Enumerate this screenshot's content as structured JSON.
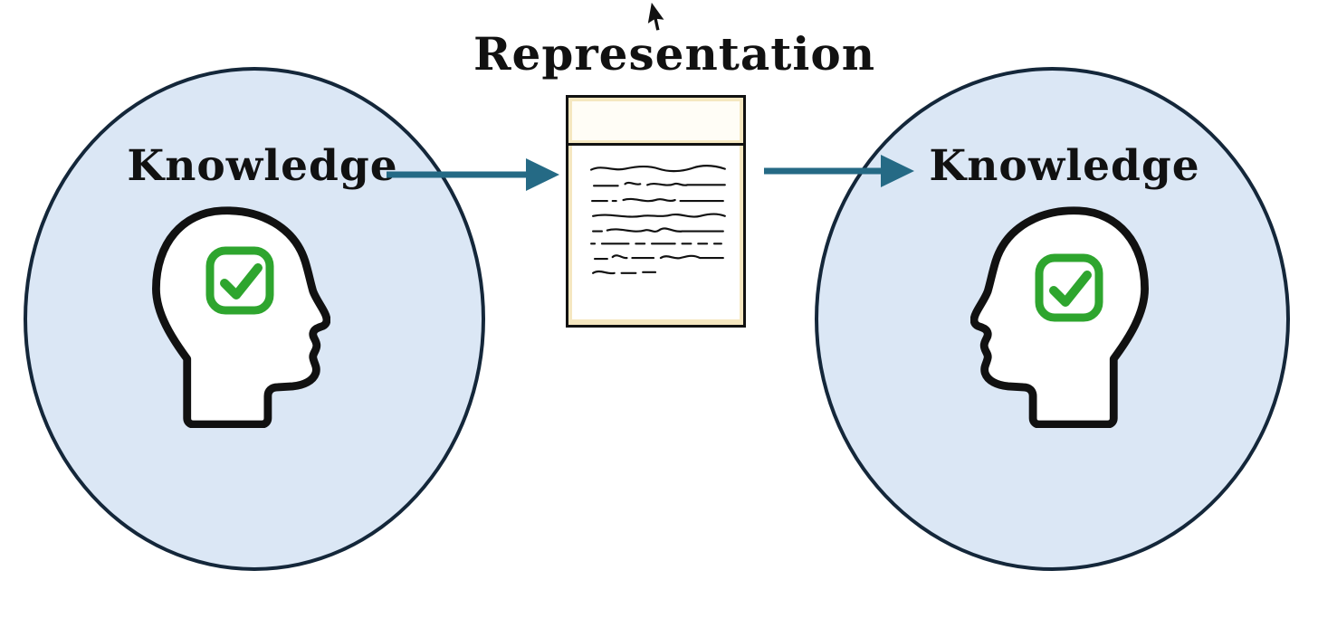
{
  "diagram": {
    "title": "Representation",
    "left_circle": {
      "label": "Knowledge"
    },
    "right_circle": {
      "label": "Knowledge"
    },
    "icons": {
      "left_head": "head-profile-facing-right",
      "right_head": "head-profile-facing-left",
      "checkbox": "green-checkmark-box",
      "document": "handwritten-document",
      "cursor": "mouse-pointer"
    },
    "colors": {
      "circle_fill": "#dbe7f5",
      "circle_border": "#14273a",
      "arrow": "#256a85",
      "check_green": "#2ea52e",
      "document_trim": "#f5e7c0",
      "ink": "#111111"
    }
  }
}
